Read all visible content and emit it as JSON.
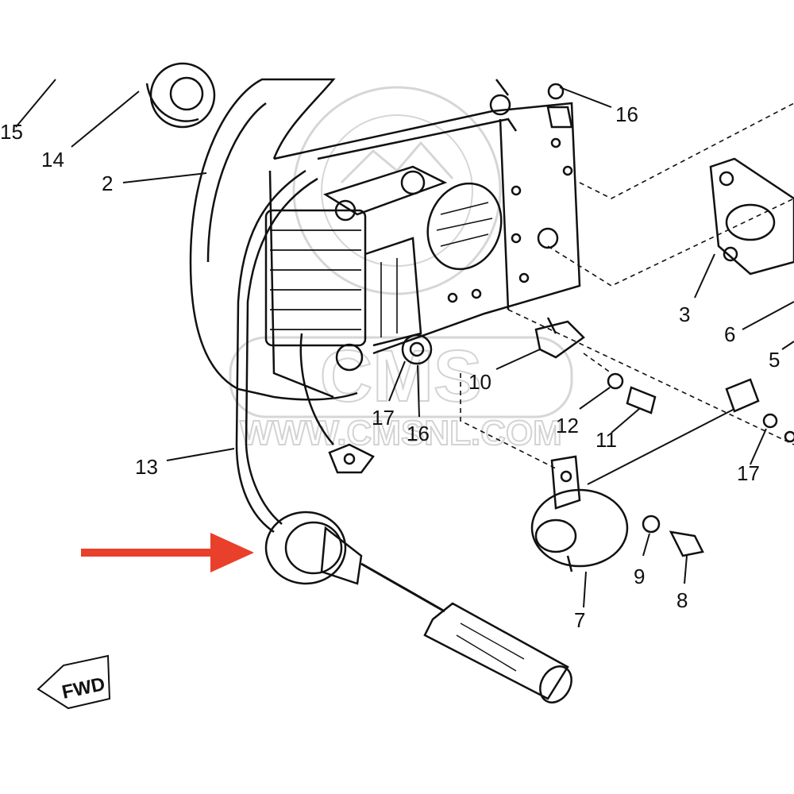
{
  "diagram": {
    "labels": {
      "l15": "15",
      "l14": "14",
      "l2": "2",
      "l16_top": "16",
      "l3": "3",
      "l6": "6",
      "l5": "5",
      "l10": "10",
      "l12": "12",
      "l11": "11",
      "l17_left": "17",
      "l16_mid": "16",
      "l13": "13",
      "l17_right": "17",
      "l9": "9",
      "l8": "8",
      "l7": "7"
    },
    "fwd_text": "FWD",
    "watermark": {
      "brand": "CMS",
      "url": "WWW.CMSNL.COM"
    },
    "colors": {
      "line": "#111111",
      "arrow": "#e8402a",
      "watermark": "#cfcfcf"
    }
  }
}
